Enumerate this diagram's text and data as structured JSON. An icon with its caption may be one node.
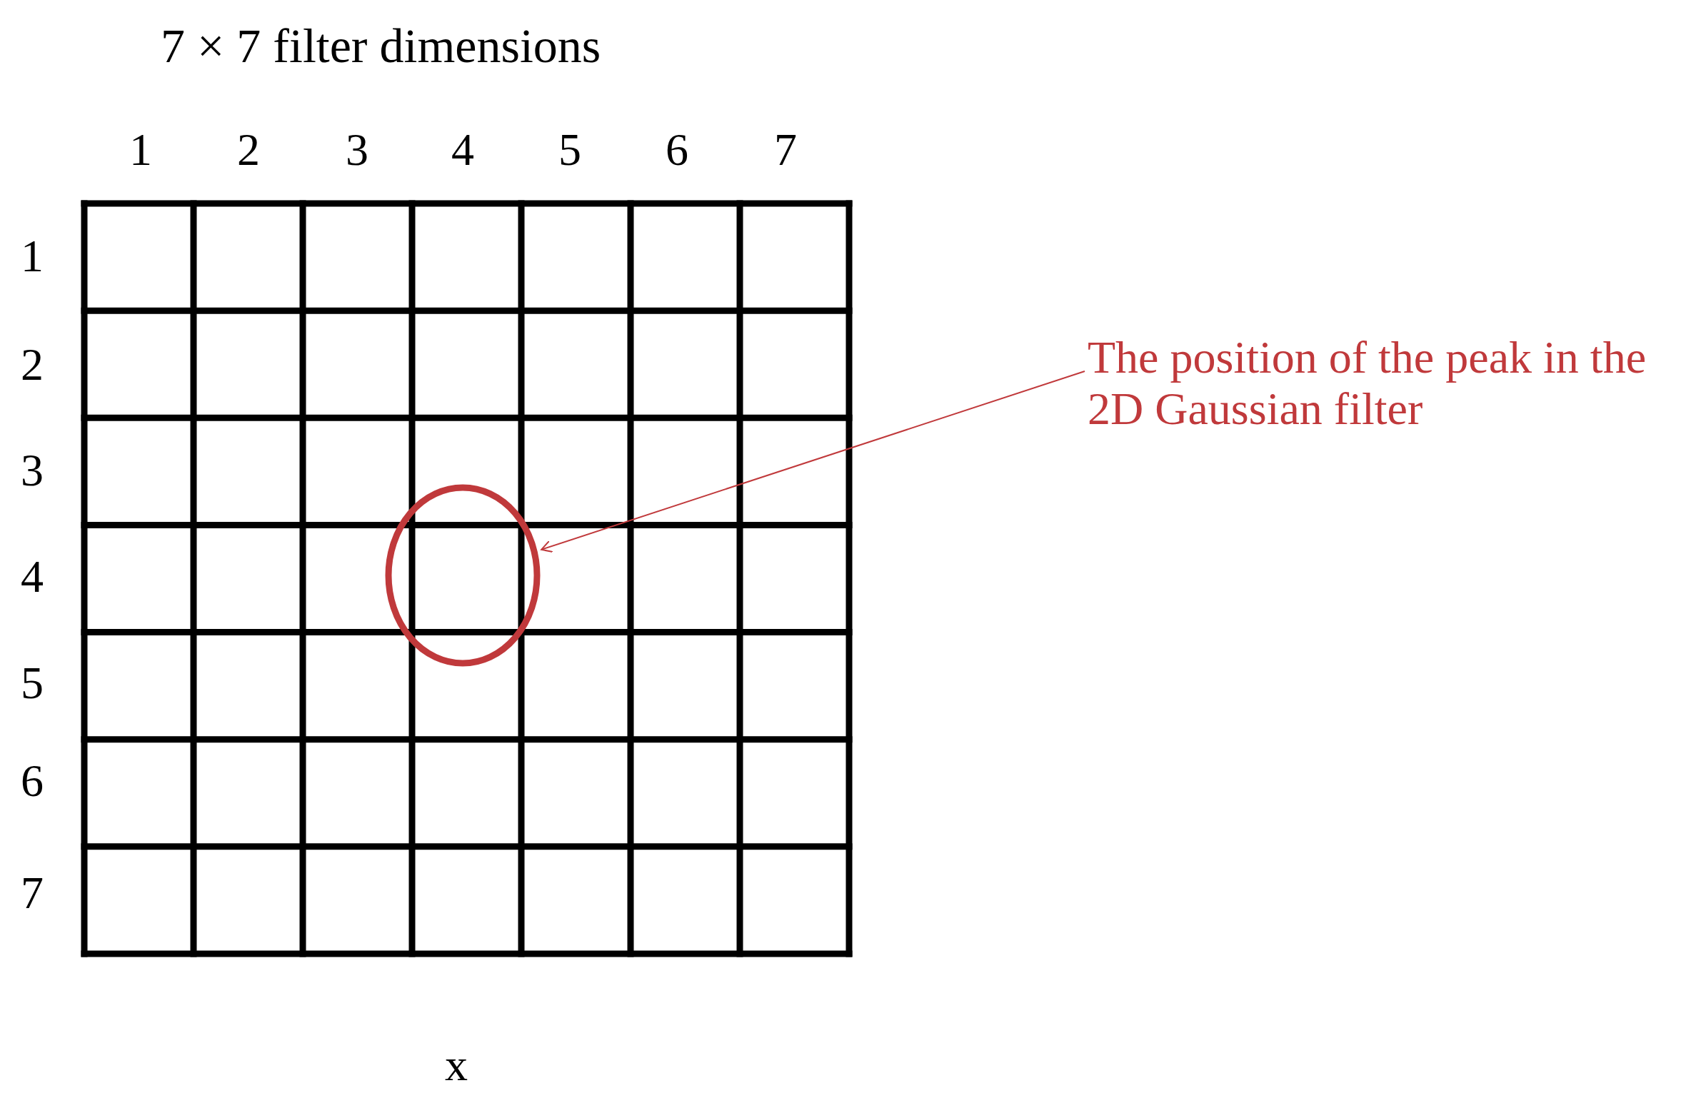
{
  "diagram": {
    "title": "7 × 7 filter dimensions",
    "nodes": [
      {
        "text": [
          "The position of the peak in the 2D Gaussian filter"
        ]
      },
      {
        "text": [],
        "shape": "circle"
      }
    ],
    "edges": [
      {
        "from": 0,
        "to": 1,
        "arrow": "to",
        "color": "#c0393b"
      }
    ],
    "labels": [
      "1",
      "2",
      "3",
      "4",
      "5",
      "6",
      "7",
      "1",
      "2",
      "3",
      "4",
      "5",
      "6",
      "7",
      "x"
    ]
  }
}
